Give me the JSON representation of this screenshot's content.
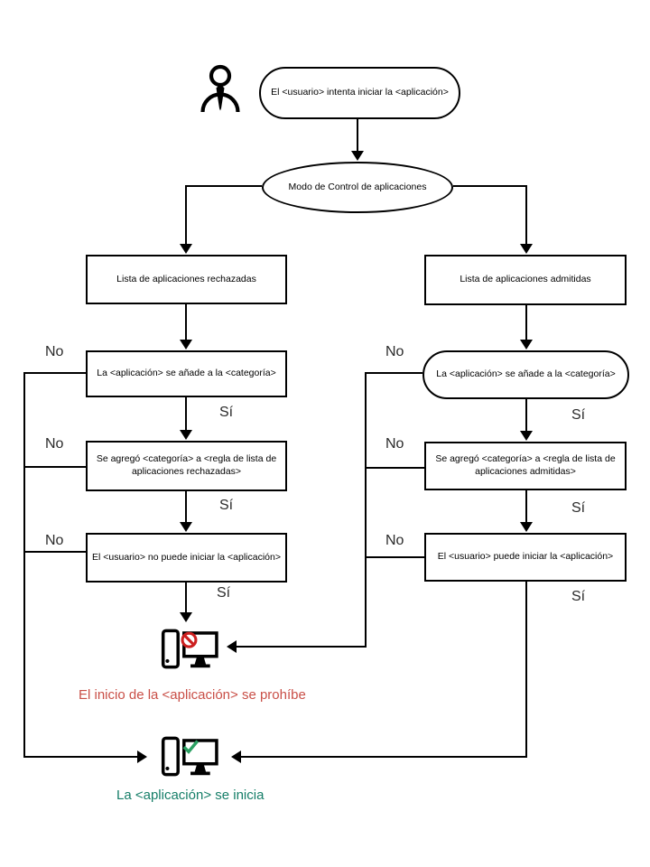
{
  "diagram": {
    "title_hint": "Application Control flow",
    "start": "El <usuario> intenta iniciar la <aplicación>",
    "mode": "Modo de Control de aplicaciones",
    "left_branch": {
      "title": "Lista de aplicaciones rechazadas",
      "step_category": "La <aplicación> se añade a la <categoría>",
      "step_rule": "Se agregó <categoría> a <regla de lista de aplicaciones rechazadas>",
      "step_result": "El <usuario> no puede iniciar la <aplicación>"
    },
    "right_branch": {
      "title": "Lista de aplicaciones admitidas",
      "step_category": "La <aplicación> se añade a la <categoría>",
      "step_rule": "Se agregó <categoría> a <regla de lista de aplicaciones admitidas>",
      "step_result": "El <usuario> puede iniciar la <aplicación>"
    },
    "labels": {
      "no": "No",
      "yes": "Sí"
    },
    "outcomes": {
      "blocked": "El inicio de la <aplicación> se prohíbe",
      "started": "La <aplicación> se inicia"
    },
    "colors": {
      "blocked_text": "#C94F47",
      "started_text": "#157E68",
      "prohibit_icon": "#CC1F1F",
      "check_icon": "#2BA062",
      "line": "#000000"
    },
    "icons": [
      "user-icon",
      "computer-blocked-icon",
      "computer-started-icon"
    ]
  }
}
